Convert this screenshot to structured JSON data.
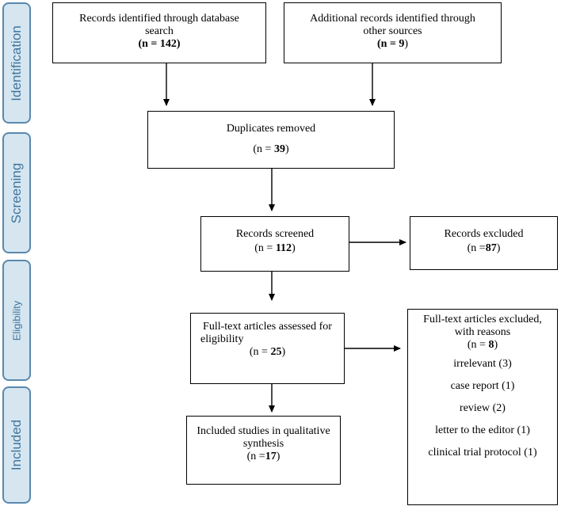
{
  "phases": [
    {
      "label": "Identification"
    },
    {
      "label": "Screening"
    },
    {
      "label": "Eligibility"
    },
    {
      "label": "Included"
    }
  ],
  "boxes": {
    "database": {
      "text1": "Records identified through database",
      "text2": "search",
      "count_prefix": "(n = ",
      "count_value": "142",
      "count_suffix": ")"
    },
    "other": {
      "text1": "Additional records identified through",
      "text2": "other sources",
      "count_prefix": "(n = ",
      "count_value": "9",
      "count_suffix": ")"
    },
    "duplicates": {
      "text1": "Duplicates removed",
      "count_prefix": "(n = ",
      "count_value": "39",
      "count_suffix": ")"
    },
    "screened": {
      "text1": "Records screened",
      "count_prefix": "(n = ",
      "count_value": "112",
      "count_suffix": ")"
    },
    "excluded": {
      "text1": "Records excluded",
      "count_prefix": "(n =",
      "count_value": "87",
      "count_suffix": ")"
    },
    "fulltext": {
      "text1": "Full-text articles assessed for",
      "text2": "eligibility",
      "count_prefix": "(n = ",
      "count_value": "25",
      "count_suffix": ")"
    },
    "fulltext_excluded": {
      "text1": "Full-text articles excluded,",
      "text2": "with reasons",
      "count_prefix": "(n = ",
      "count_value": "8",
      "count_suffix": ")",
      "reasons": [
        "irrelevant (3)",
        "case report (1)",
        "review (2)",
        "letter to the editor (1)",
        "clinical trial protocol (1)"
      ]
    },
    "included": {
      "text1": "Included studies in qualitative",
      "text2": "synthesis",
      "count_prefix": "(n =",
      "count_value": "17",
      "count_suffix": ")"
    }
  }
}
